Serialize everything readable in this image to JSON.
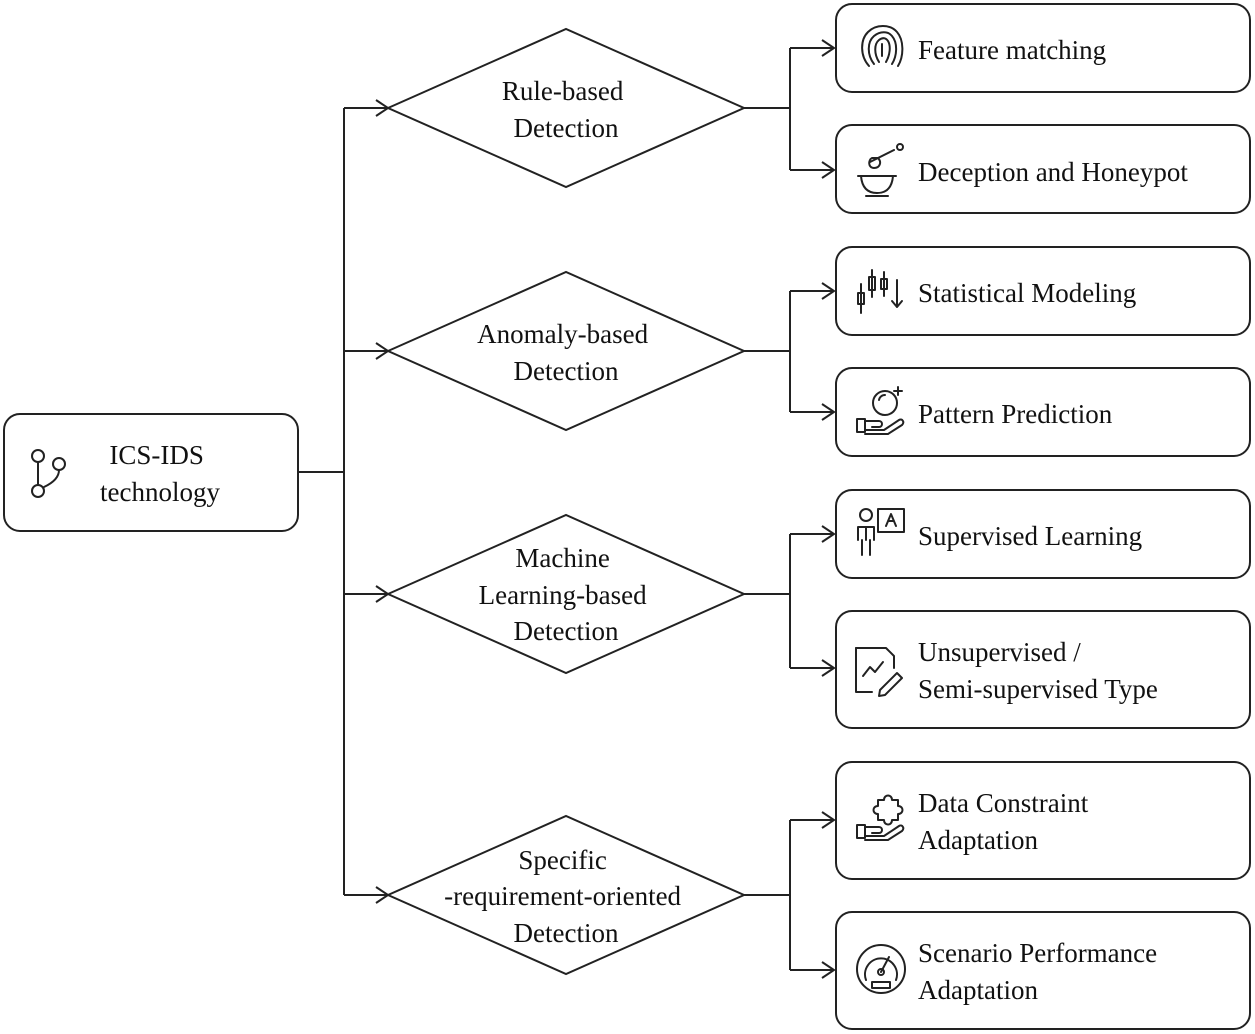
{
  "root": {
    "lines": [
      "ICS-IDS",
      "technology"
    ],
    "icon": "branch-icon"
  },
  "categories": [
    {
      "lines": [
        "Rule-based",
        "Detection"
      ],
      "children": [
        {
          "lines": [
            "Feature matching"
          ],
          "icon": "fingerprint-icon"
        },
        {
          "lines": [
            "Deception and Honeypot"
          ],
          "icon": "honey-pot-icon"
        }
      ]
    },
    {
      "lines": [
        "Anomaly-based",
        "Detection"
      ],
      "children": [
        {
          "lines": [
            "Statistical Modeling"
          ],
          "icon": "candlestick-chart-icon"
        },
        {
          "lines": [
            "Pattern Prediction"
          ],
          "icon": "hand-crystal-ball-icon"
        }
      ]
    },
    {
      "lines": [
        "Machine",
        "Learning-based",
        "Detection"
      ],
      "children": [
        {
          "lines": [
            "Supervised Learning"
          ],
          "icon": "teacher-board-icon"
        },
        {
          "lines": [
            "Unsupervised /",
            "Semi-supervised Type"
          ],
          "icon": "document-chart-pen-icon"
        }
      ]
    },
    {
      "lines": [
        "Specific",
        "-requirement-oriented",
        "Detection"
      ],
      "children": [
        {
          "lines": [
            "Data Constraint",
            "Adaptation"
          ],
          "icon": "hand-puzzle-icon"
        },
        {
          "lines": [
            "Scenario Performance",
            "Adaptation"
          ],
          "icon": "speedometer-icon"
        }
      ]
    }
  ]
}
